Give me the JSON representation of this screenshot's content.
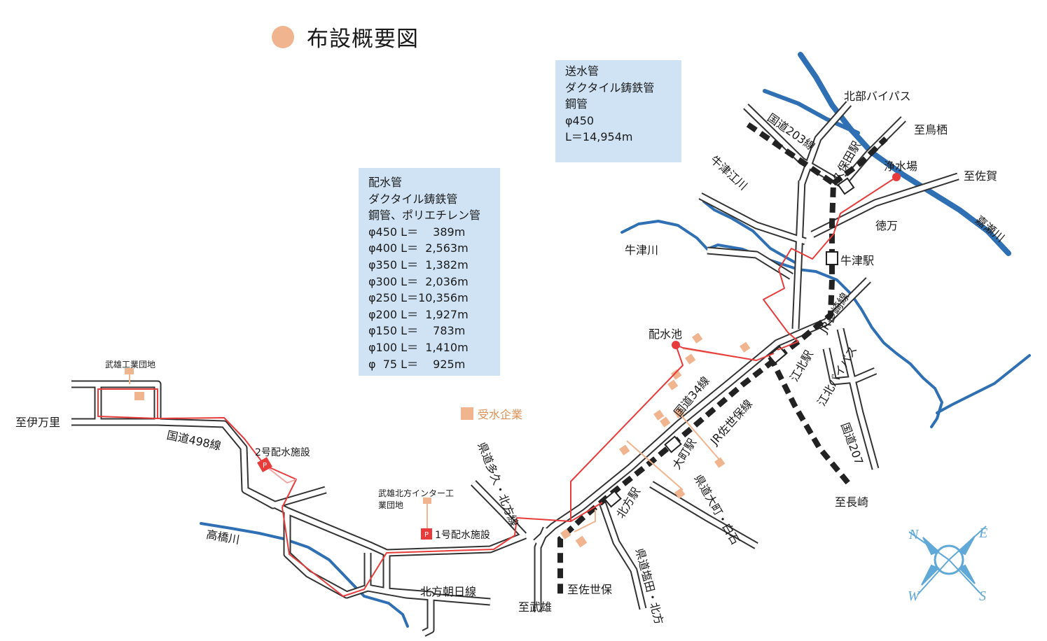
{
  "title": "布設概要図",
  "colors": {
    "title_dot": "#f0b48e",
    "info_box": "#cfe3f5",
    "pipe": "#e83c3c",
    "road": "#333333",
    "river": "#2f6fb4",
    "company": "#f0b48e",
    "rail_dark": "#222222",
    "compass": "#5fa8d8"
  },
  "send_pipe_box": {
    "lines": [
      "送水管",
      "ダクタイル鋳鉄管",
      "鋼管",
      "φ450",
      "L＝14,954m"
    ]
  },
  "distribution_pipe_box": {
    "lines": [
      "配水管",
      "ダクタイル鋳鉄管",
      "鋼管、ポリエチレン管",
      "φ450 L＝　 389m",
      "φ400 L＝  2,563m",
      "φ350 L＝  1,382m",
      "φ300 L＝  2,036m",
      "φ250 L＝10,356m",
      "φ200 L＝  1,927m",
      "φ150 L＝　 783m",
      "φ100 L＝  1,410m",
      "φ  75 L＝　 925m"
    ]
  },
  "legend": {
    "company_label": "受水企業"
  },
  "places": {
    "hokubu_bypass": "北部バイパス",
    "kokudo203": "国道203線",
    "to_karasu": "至鳥栖",
    "kubota_station": "久保田駅",
    "purification_plant": "浄水場",
    "to_saga": "至佐賀",
    "kase_river": "嘉瀬川",
    "tokuman": "徳万",
    "ushizu_station": "牛津駅",
    "ushizu_egawa": "牛津江川",
    "ushizu_river": "牛津川",
    "jr_nagasaki": "JR長崎線",
    "reservoir": "配水池",
    "kohoku_station": "江北駅",
    "kohoku_bypass": "江北バイパス",
    "kokudo34": "国道34線",
    "jr_sasebo": "JR佐世保線",
    "kokudo207": "国道207",
    "omachi_station": "大町駅",
    "kendo_omachi": "県道大町・白石",
    "to_nagasaki": "至長崎",
    "kitagata_station": "北方駅",
    "kendo_shioda": "県道塩田・北方",
    "to_sasebo": "至佐世保",
    "to_takeo": "至武雄",
    "kendo_taku": "県道多久・北方線",
    "kitagata_asahi": "北方朝日線",
    "takahashi_river": "高橋川",
    "facility1": "1号配水施設",
    "facility2": "2号配水施設",
    "kitagata_ic_estate": "武雄北方インター工業団地",
    "takeo_estate": "武雄工業団地",
    "kokudo498": "国道498線",
    "to_imari": "至伊万里"
  },
  "facility_mark": "P",
  "compass": {
    "n": "N",
    "e": "E",
    "s": "S",
    "w": "W"
  }
}
